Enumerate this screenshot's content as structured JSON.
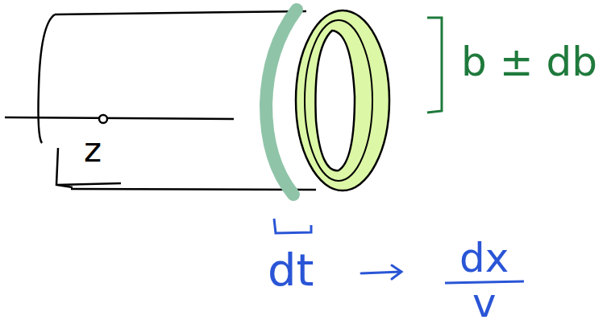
{
  "diagram": {
    "labels": [
      "z",
      "b ± db",
      "dt",
      "dx",
      "v"
    ]
  }
}
